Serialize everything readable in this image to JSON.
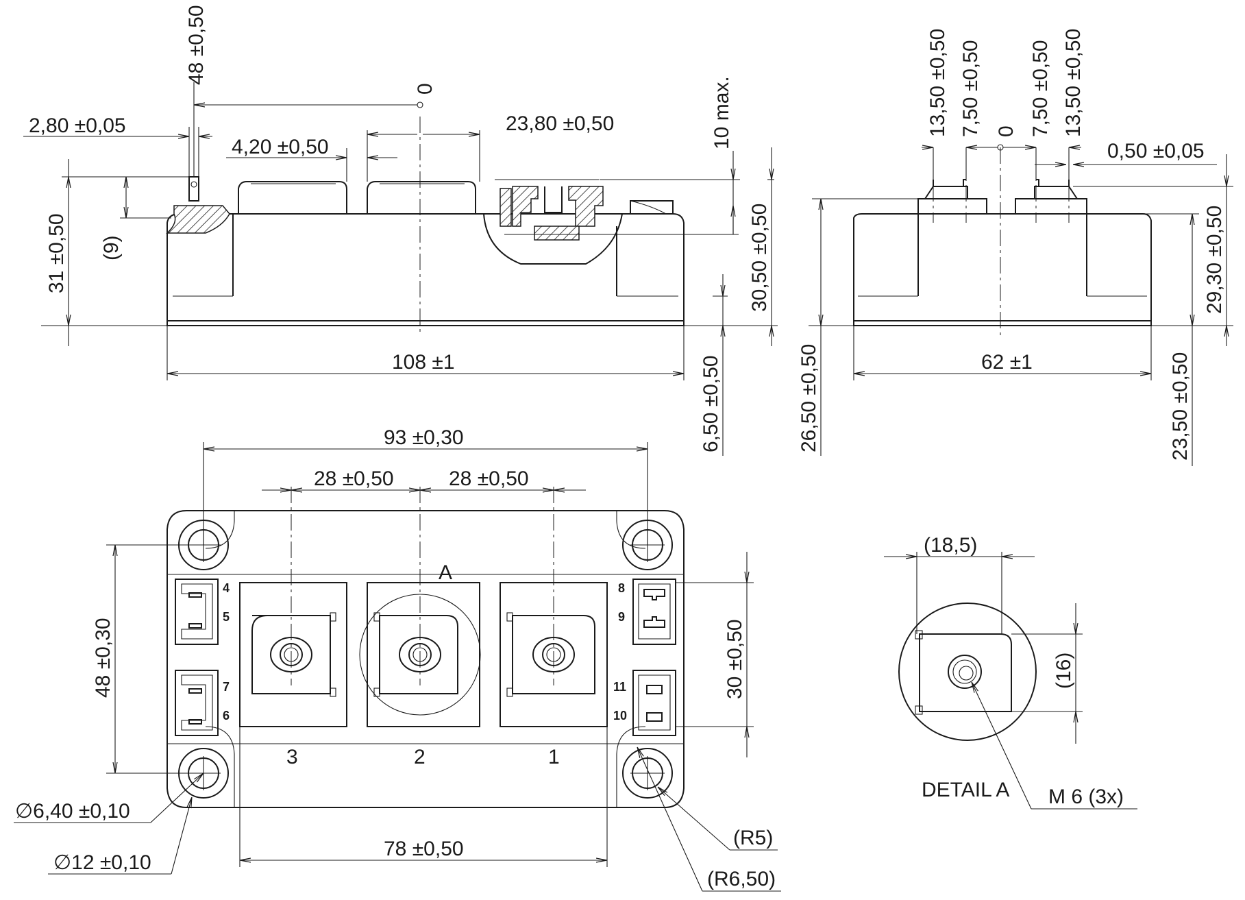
{
  "side_view": {
    "dim_48": "48 ±0,50",
    "dim_0": "0",
    "dim_2_80": "2,80 ±0,05",
    "dim_4_20": "4,20 ±0,50",
    "dim_23_80": "23,80 ±0,50",
    "dim_10max": "10 max.",
    "dim_31": "31 ±0,50",
    "dim_9": "(9)",
    "dim_30_50": "30,50 ±0,50",
    "dim_6_50": "6,50 ±0,50",
    "dim_108": "108 ±1"
  },
  "end_view": {
    "dim_13_50_left": "13,50 ±0,50",
    "dim_7_50_left": "7,50 ±0,50",
    "dim_0": "0",
    "dim_7_50_right": "7,50 ±0,50",
    "dim_13_50_right": "13,50 ±0,50",
    "dim_0_50": "0,50 ±0,05",
    "dim_29_30": "29,30 ±0,50",
    "dim_62": "62 ±1",
    "dim_26_50": "26,50 ±0,50",
    "dim_23_50": "23,50 ±0,50"
  },
  "top_view": {
    "dim_93": "93 ±0,30",
    "dim_28_left": "28 ±0,50",
    "dim_28_right": "28 ±0,50",
    "dim_48": "48 ±0,30",
    "dim_30": "30 ±0,50",
    "dim_78": "78 ±0,50",
    "dim_hole": "6,40 ±0,10",
    "dim_washer": "12 ±0,10",
    "dim_r5": "R5",
    "dim_r6_50": "R6,50",
    "detail_marker": "A",
    "pins": [
      "4",
      "5",
      "7",
      "6",
      "8",
      "9",
      "11",
      "10"
    ],
    "terminals": [
      "3",
      "2",
      "1"
    ]
  },
  "detail": {
    "dim_18_5": "18,5",
    "dim_16": "16",
    "title": "DETAIL A",
    "thread": "M 6 (3x)"
  },
  "diameter_symbol": "∅"
}
